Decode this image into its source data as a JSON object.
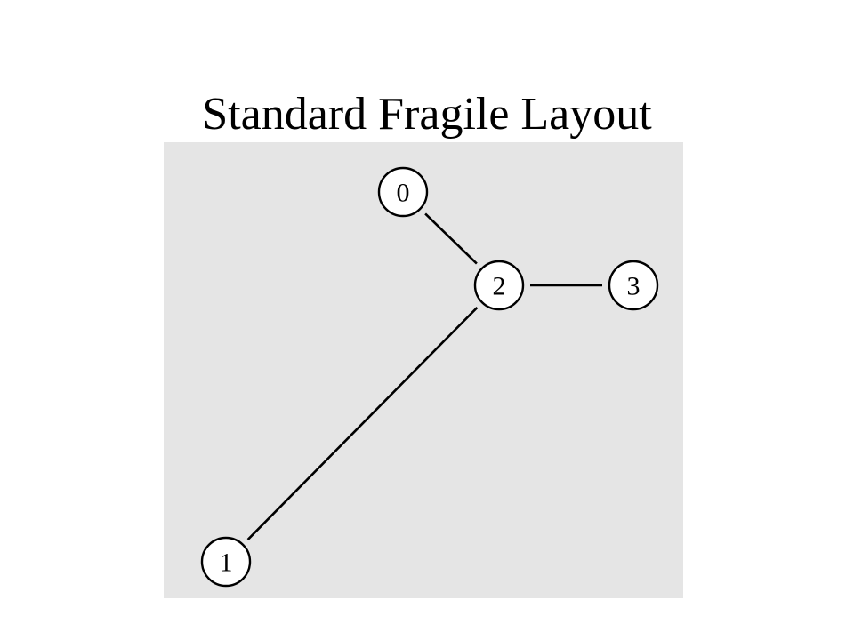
{
  "title": "Standard Fragile Layout",
  "colors": {
    "panel_background": "#e5e5e5",
    "page_background": "#ffffff",
    "stroke": "#000000",
    "node_fill": "#ffffff"
  },
  "graph": {
    "nodes": [
      {
        "id": "0",
        "label": "0"
      },
      {
        "id": "1",
        "label": "1"
      },
      {
        "id": "2",
        "label": "2"
      },
      {
        "id": "3",
        "label": "3"
      }
    ],
    "edges": [
      {
        "from": "0",
        "to": "2"
      },
      {
        "from": "2",
        "to": "3"
      },
      {
        "from": "2",
        "to": "1"
      }
    ]
  }
}
